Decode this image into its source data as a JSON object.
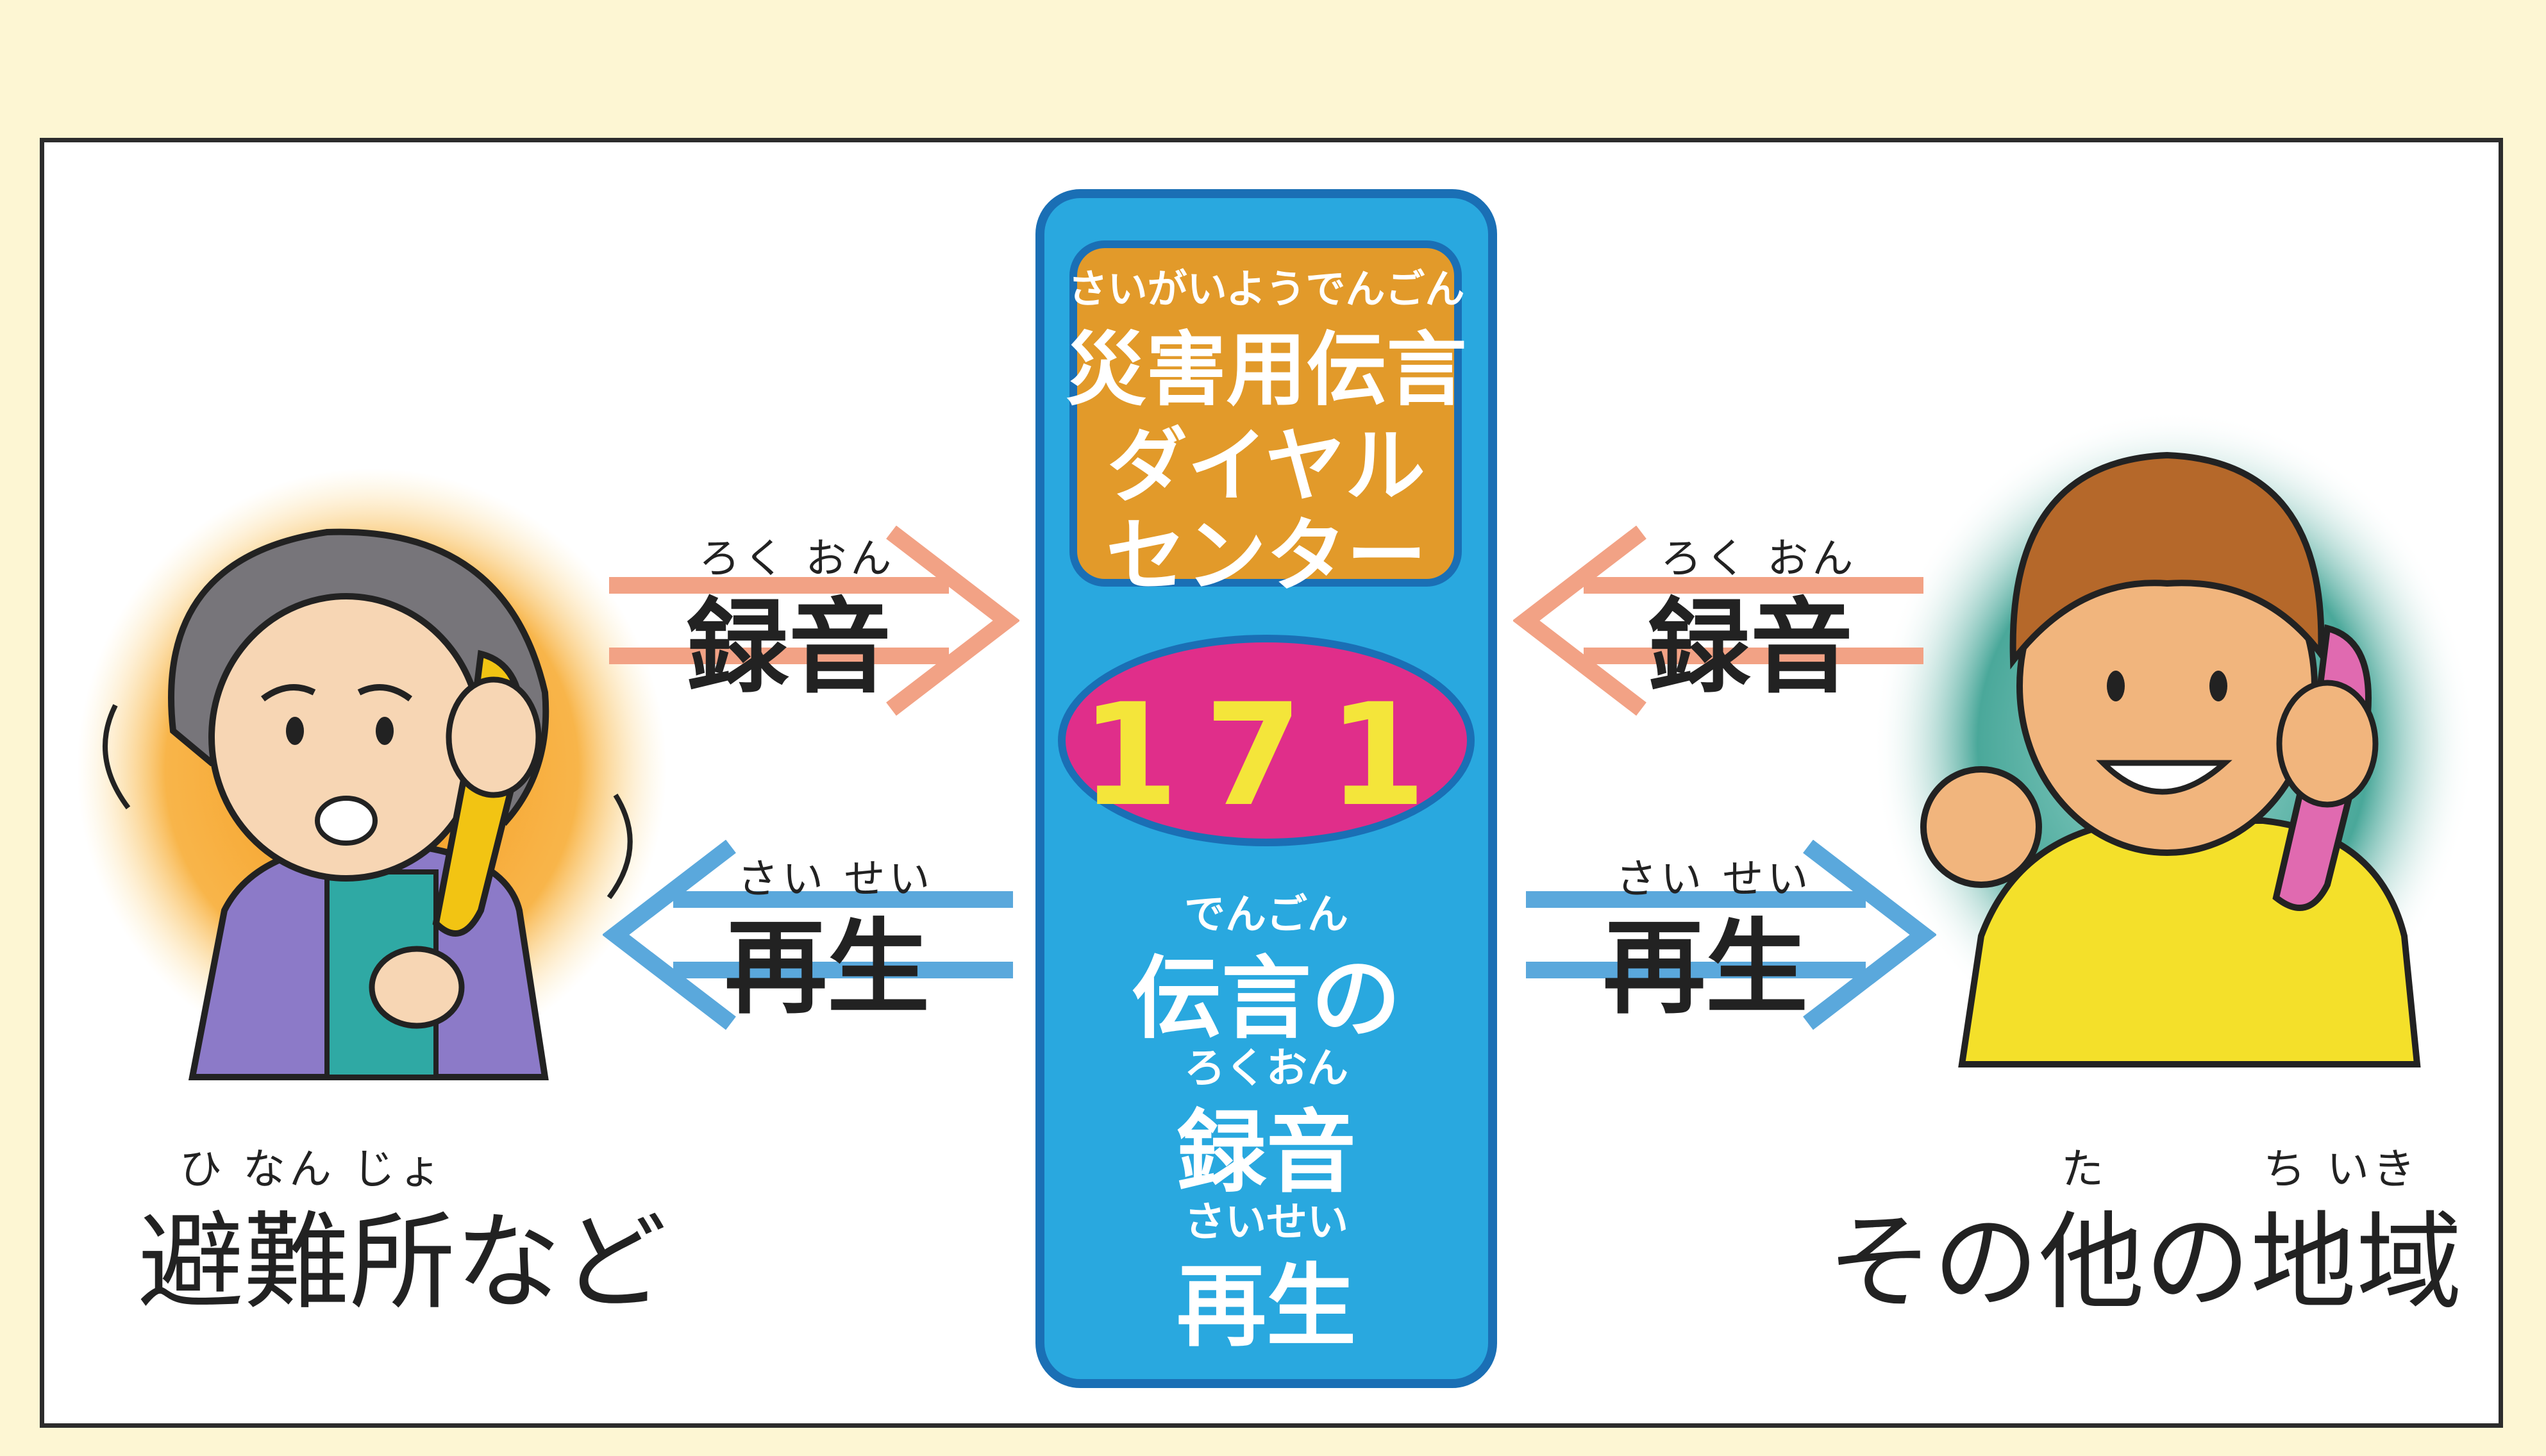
{
  "center": {
    "title_ruby": "さいがいようでんごん",
    "title_line1": "災害用伝言",
    "title_line2": "ダイヤル",
    "title_line3": "センター",
    "number": "171",
    "message_ruby": "でんごん",
    "message_label": "伝言の",
    "record_ruby": "ろくおん",
    "record_label": "録音",
    "play_ruby": "さいせい",
    "play_label": "再生"
  },
  "left_arrows": {
    "record_ruby": "ろく おん",
    "record_label": "録音",
    "play_ruby": "さい せい",
    "play_label": "再生"
  },
  "right_arrows": {
    "record_ruby": "ろく おん",
    "record_label": "録音",
    "play_ruby": "さい せい",
    "play_label": "再生"
  },
  "left_caption": {
    "ruby": "ひ なん じょ",
    "label": "避難所など"
  },
  "right_caption": {
    "ruby_left": "た",
    "ruby_right": "ち いき",
    "label": "その他の地域"
  },
  "colors": {
    "record_arrow": "#f2a285",
    "play_arrow": "#5aa8dc",
    "center_blue": "#29a8df",
    "center_border": "#1a6fb5",
    "orange_box": "#e29a2a",
    "pill": "#e02e8a",
    "number": "#f4e53a"
  },
  "icons": [
    "worried-person-on-phone-icon",
    "shouting-person-on-phone-icon"
  ]
}
